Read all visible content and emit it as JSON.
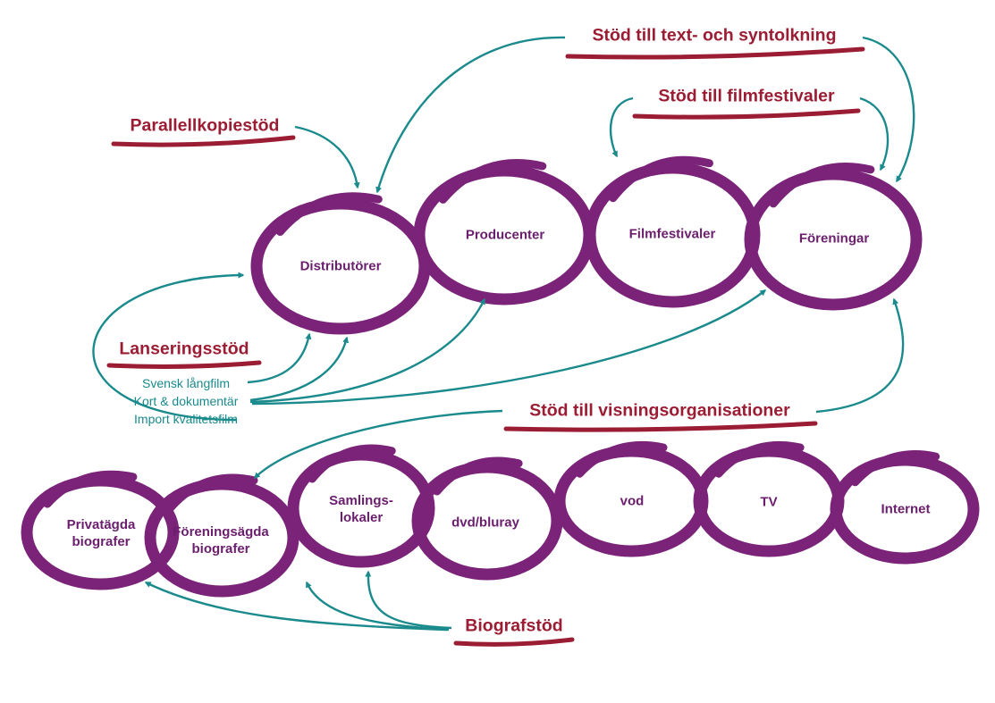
{
  "colors": {
    "ring": "#7a2378",
    "node_text": "#6b1e6e",
    "support_text": "#9b1d33",
    "underline": "#9b1d33",
    "arrow": "#1b8a8c",
    "sub_text": "#1a8a8c"
  },
  "nodes": {
    "distributorer": "Distributörer",
    "producenter": "Producenter",
    "filmfestivaler": "Filmfestivaler",
    "foreningar": "Föreningar",
    "privatagda": "Privatägda\nbiografer",
    "foreningsagda": "Föreningsägda\nbiografer",
    "samlingslokaler": "Samlings-\nlokaler",
    "dvd": "dvd/bluray",
    "vod": "vod",
    "tv": "TV",
    "internet": "Internet"
  },
  "supports": {
    "text_syntolkning": "Stöd till text- och syntolkning",
    "filmfestivaler": "Stöd till filmfestivaler",
    "parallellkopiestod": "Parallellkopiestöd",
    "lanseringsstod": "Lanseringsstöd",
    "visningsorganisationer": "Stöd till visningsorganisationer",
    "biografstod": "Biografstöd"
  },
  "lansering_items": [
    "Svensk långfilm",
    "Kort & dokumentär",
    "Import kvalitetsfilm"
  ]
}
